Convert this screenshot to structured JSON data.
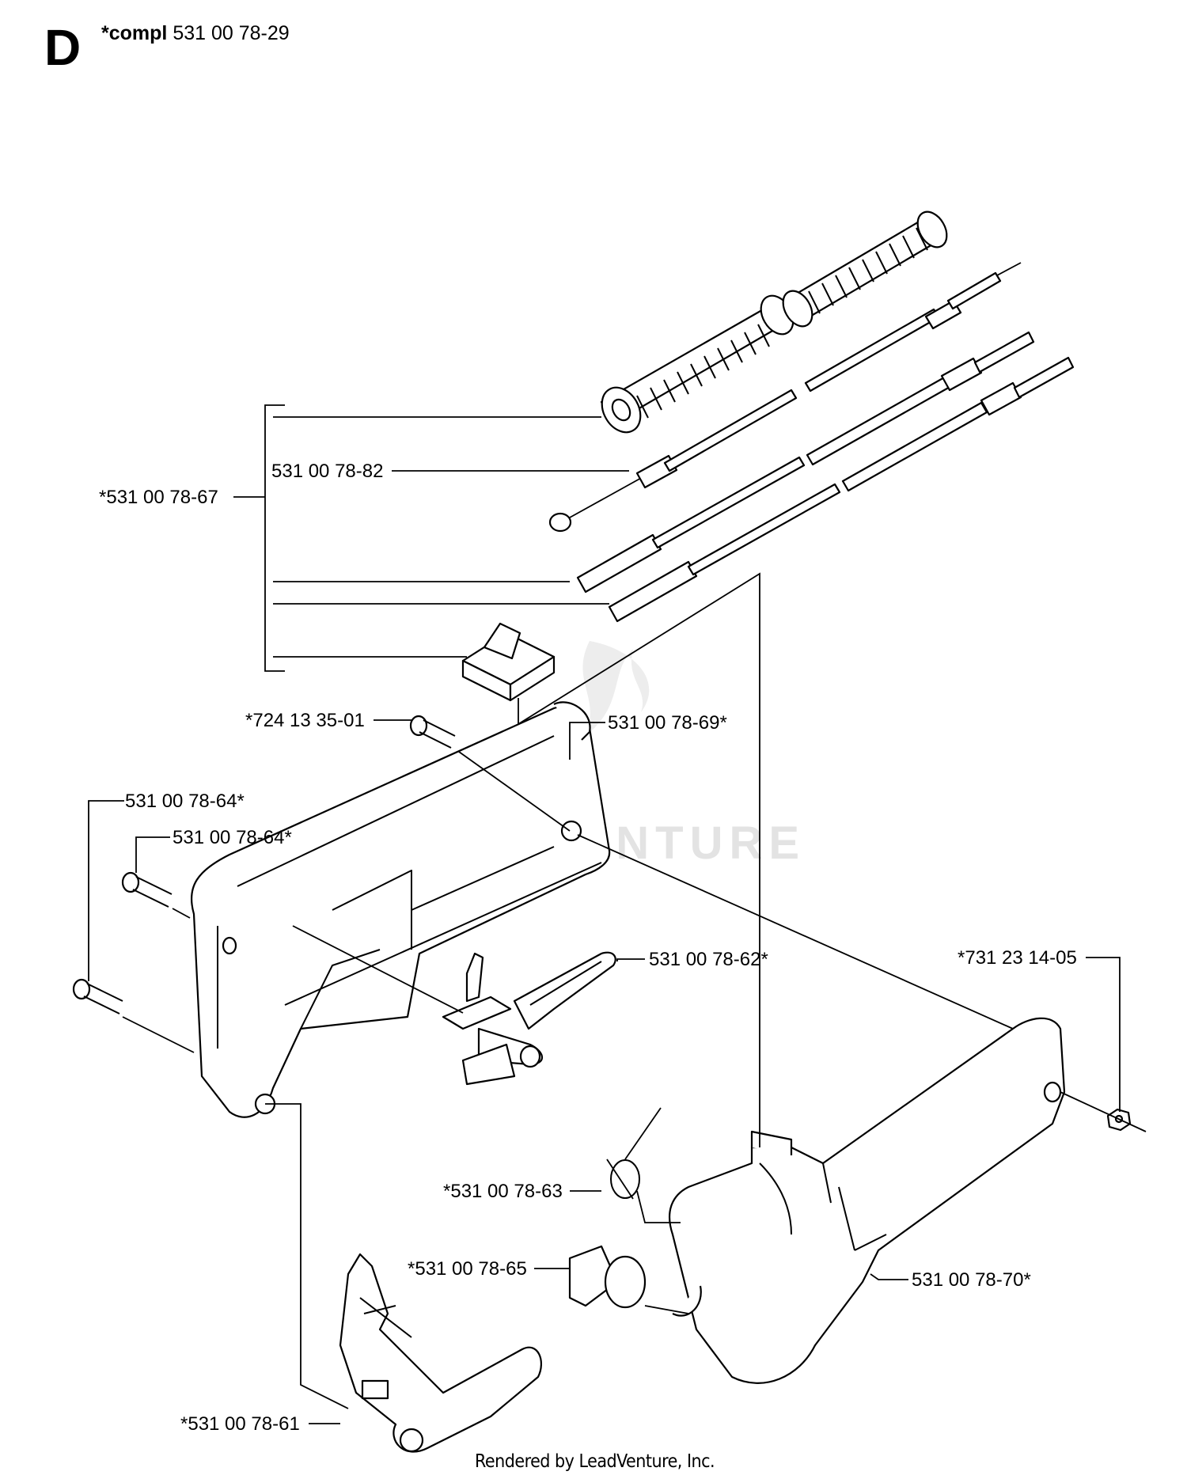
{
  "header": {
    "section_letter": "D",
    "kit_prefix": "*compl",
    "kit_number": "531 00 78-29"
  },
  "labels": {
    "p67": "*531 00 78-67",
    "p82": "531 00 78-82",
    "p69": "531 00 78-69*",
    "s72413": "*724 13 35-01",
    "p64a": "531 00 78-64*",
    "p64b": "531 00 78-64*",
    "p62": "531 00 78-62*",
    "n73123": "*731 23 14-05",
    "p63": "*531 00 78-63",
    "p65": "*531 00 78-65",
    "p70": "531 00 78-70*",
    "p61": "*531 00 78-61"
  },
  "watermark": "LEADVENTURE",
  "footer": "Rendered by LeadVenture, Inc."
}
